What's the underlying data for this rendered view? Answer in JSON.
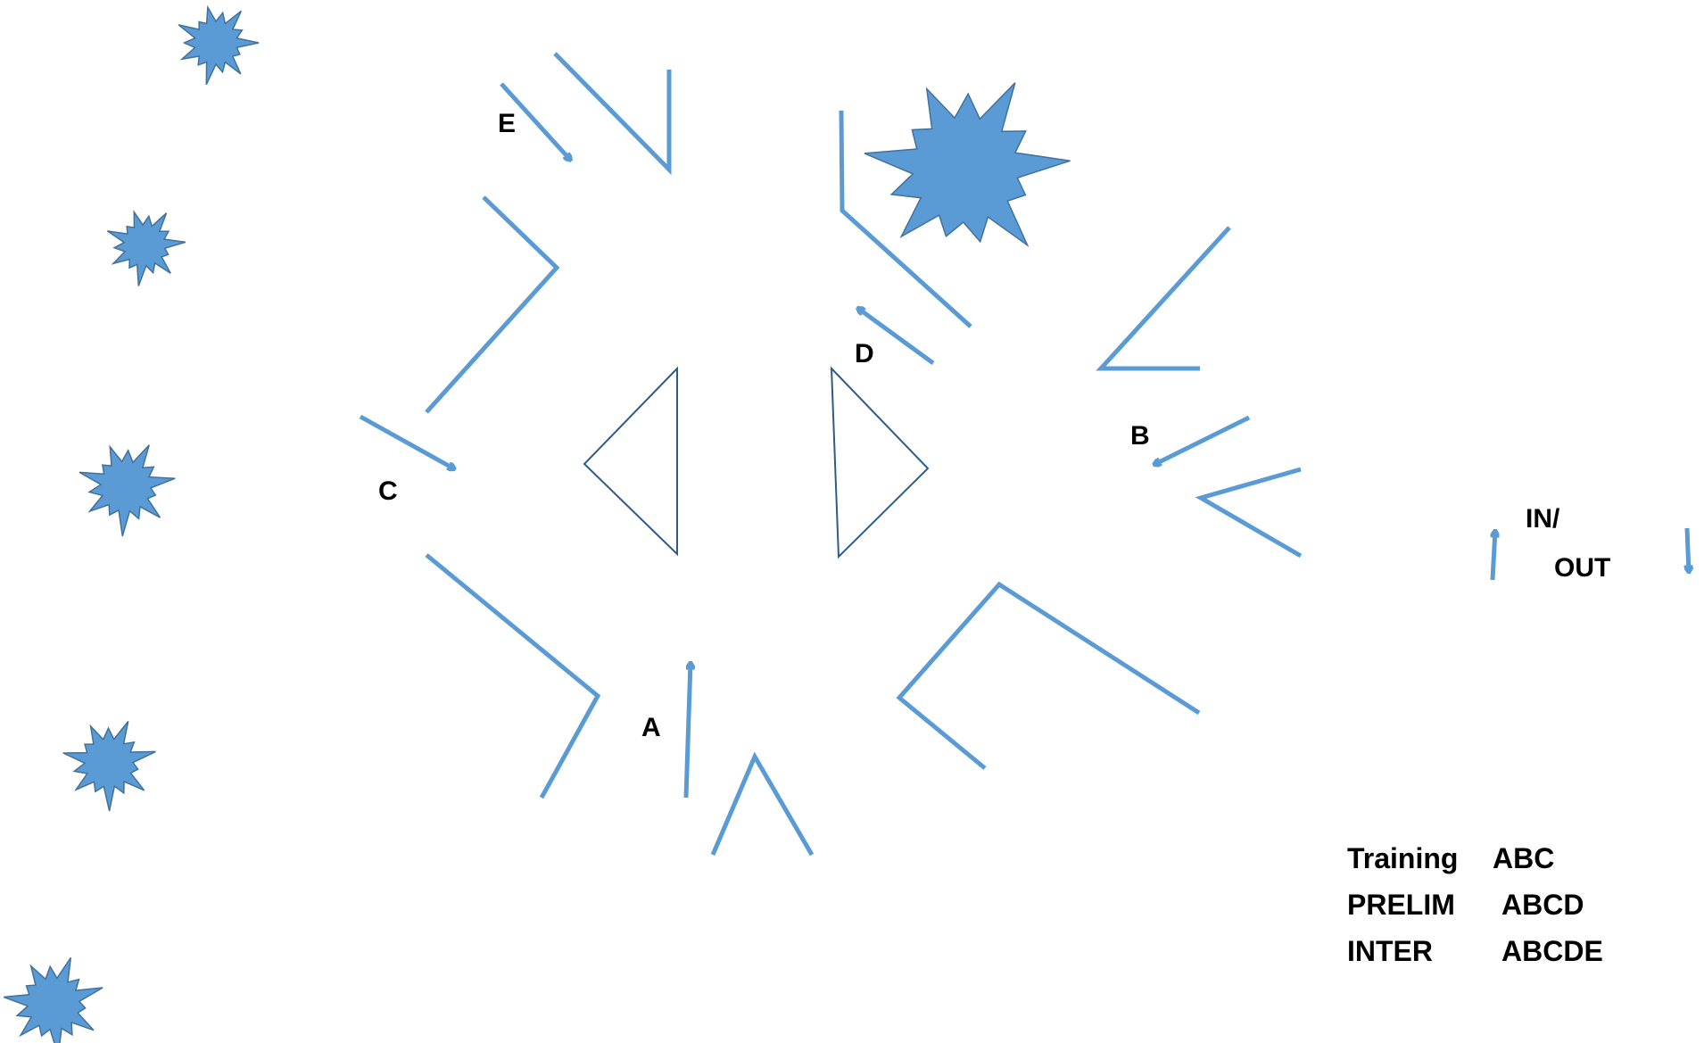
{
  "labels": {
    "a": "A",
    "b": "B",
    "c": "C",
    "d": "D",
    "e": "E"
  },
  "legend": {
    "in_out_line1": "IN/",
    "in_out_line2": "OUT",
    "rows": [
      {
        "name": "Training",
        "code": "ABC"
      },
      {
        "name": "PRELIM",
        "code": "ABCD"
      },
      {
        "name": "INTER",
        "code": "ABCDE"
      }
    ]
  },
  "colors": {
    "stroke": "#5B9BD5",
    "fill": "#5B9BD5",
    "triangle": "#2E5C8A",
    "text": "#000000"
  },
  "icons": [
    "burst-icon",
    "arrow-up-icon",
    "arrow-down-icon"
  ]
}
